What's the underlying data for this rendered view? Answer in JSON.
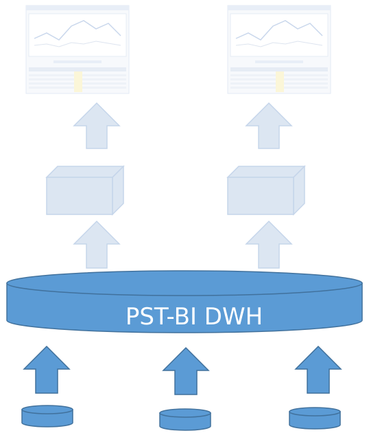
{
  "warehouse": {
    "label": "PST-BI DWH",
    "color": "#5b9bd5",
    "stroke": "#41719c"
  },
  "faded_color": "#dce6f2",
  "faded_stroke": "#c5d5ea",
  "reports": [
    {
      "name": "report-screenshot-left"
    },
    {
      "name": "report-screenshot-right"
    }
  ],
  "sources": [
    {
      "name": "source-db-left"
    },
    {
      "name": "source-db-middle"
    },
    {
      "name": "source-db-right"
    }
  ]
}
